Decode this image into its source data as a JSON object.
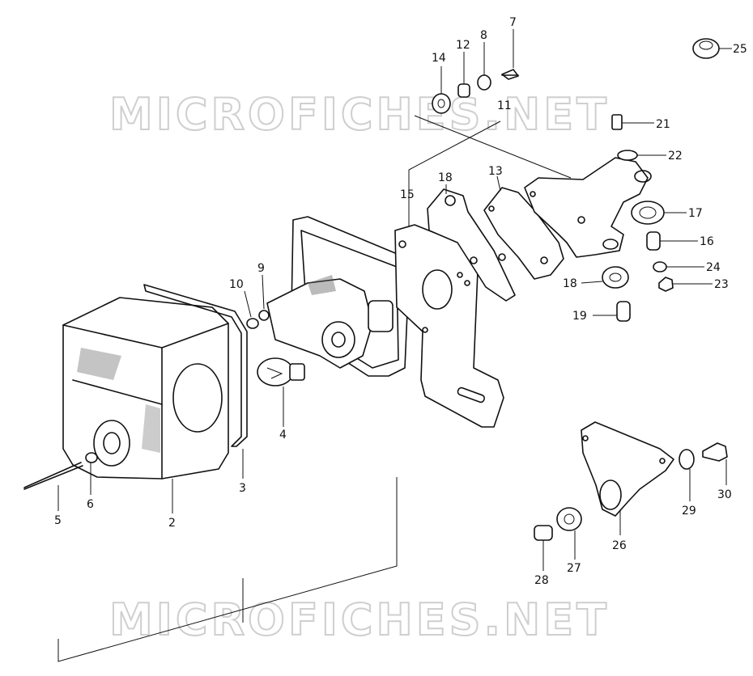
{
  "watermark": {
    "top": "MICROFICHES.NET",
    "bottom": "MICROFICHES.NET"
  },
  "callouts": [
    {
      "id": "1",
      "label": "25"
    },
    {
      "id": "2",
      "label": "14"
    },
    {
      "id": "3",
      "label": "12"
    },
    {
      "id": "4",
      "label": "8"
    },
    {
      "id": "5",
      "label": "7"
    },
    {
      "id": "6",
      "label": "11"
    },
    {
      "id": "7",
      "label": "21"
    },
    {
      "id": "8",
      "label": "22"
    },
    {
      "id": "9",
      "label": "18"
    },
    {
      "id": "10",
      "label": "13"
    },
    {
      "id": "11",
      "label": "15"
    },
    {
      "id": "12",
      "label": "17"
    },
    {
      "id": "13",
      "label": "16"
    },
    {
      "id": "14",
      "label": "24"
    },
    {
      "id": "15",
      "label": "18"
    },
    {
      "id": "16",
      "label": "23"
    },
    {
      "id": "17",
      "label": "19"
    },
    {
      "id": "18",
      "label": "10"
    },
    {
      "id": "19",
      "label": "9"
    },
    {
      "id": "20",
      "label": "4"
    },
    {
      "id": "21",
      "label": "3"
    },
    {
      "id": "22",
      "label": "2"
    },
    {
      "id": "23",
      "label": "6"
    },
    {
      "id": "24",
      "label": "5"
    },
    {
      "id": "25",
      "label": "30"
    },
    {
      "id": "26",
      "label": "29"
    },
    {
      "id": "27",
      "label": "26"
    },
    {
      "id": "28",
      "label": "27"
    },
    {
      "id": "29",
      "label": "28"
    }
  ]
}
